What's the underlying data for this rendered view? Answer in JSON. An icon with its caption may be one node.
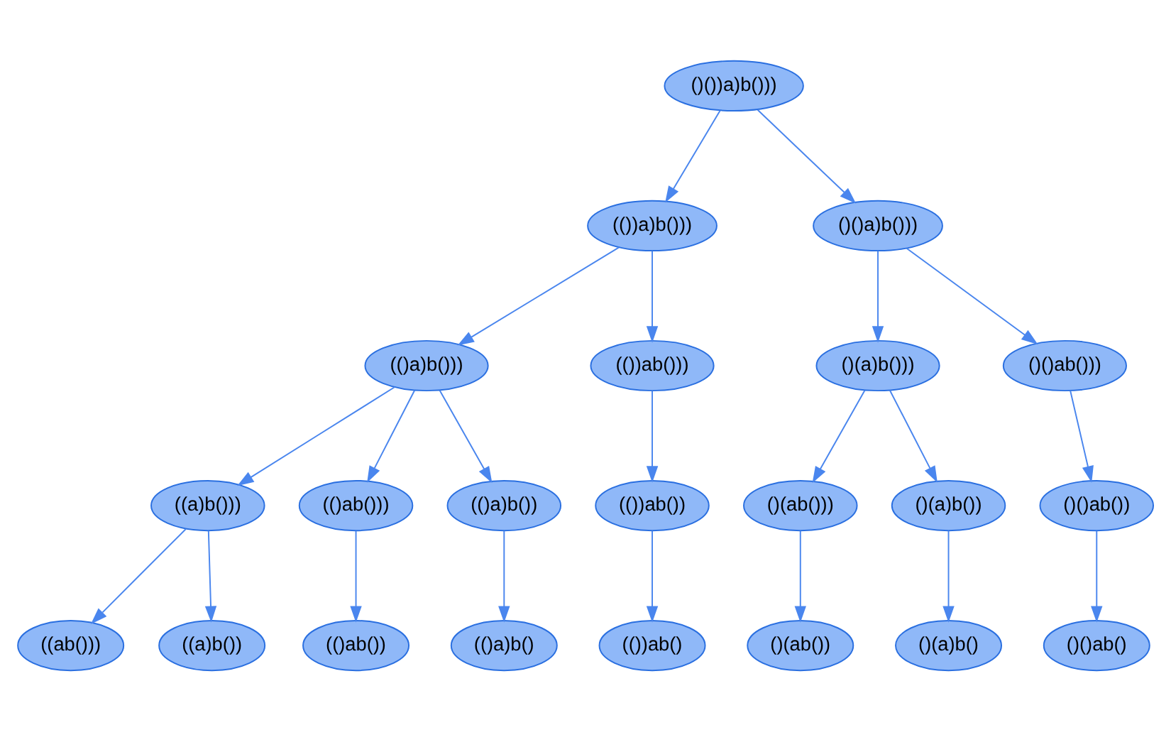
{
  "diagram": {
    "nodes": [
      {
        "text": [
          "()())a)b()))"
        ]
      },
      {
        "text": [
          "(())a)b()))"
        ]
      },
      {
        "text": [
          "()()a)b()))"
        ]
      },
      {
        "text": [
          "(()a)b()))"
        ]
      },
      {
        "text": [
          "(())ab()))"
        ]
      },
      {
        "text": [
          "()(a)b()))"
        ]
      },
      {
        "text": [
          "()()ab()))"
        ]
      },
      {
        "text": [
          "((a)b()))"
        ]
      },
      {
        "text": [
          "(()ab()))"
        ]
      },
      {
        "text": [
          "(()a)b())"
        ]
      },
      {
        "text": [
          "(())ab())"
        ]
      },
      {
        "text": [
          "()(ab()))"
        ]
      },
      {
        "text": [
          "()(a)b())"
        ]
      },
      {
        "text": [
          "()()ab())"
        ]
      },
      {
        "text": [
          "((ab()))"
        ]
      },
      {
        "text": [
          "((a)b())"
        ]
      },
      {
        "text": [
          "(()ab())"
        ]
      },
      {
        "text": [
          "(()a)b()"
        ]
      },
      {
        "text": [
          "(())ab()"
        ]
      },
      {
        "text": [
          "()(ab())"
        ]
      },
      {
        "text": [
          "()(a)b()"
        ]
      },
      {
        "text": [
          "()()ab()"
        ]
      }
    ],
    "edges": [
      {
        "from": 0,
        "to": 1,
        "arrow": "to"
      },
      {
        "from": 0,
        "to": 2,
        "arrow": "to"
      },
      {
        "from": 1,
        "to": 3,
        "arrow": "to"
      },
      {
        "from": 1,
        "to": 4,
        "arrow": "to"
      },
      {
        "from": 2,
        "to": 5,
        "arrow": "to"
      },
      {
        "from": 2,
        "to": 6,
        "arrow": "to"
      },
      {
        "from": 3,
        "to": 7,
        "arrow": "to"
      },
      {
        "from": 3,
        "to": 8,
        "arrow": "to"
      },
      {
        "from": 3,
        "to": 9,
        "arrow": "to"
      },
      {
        "from": 4,
        "to": 10,
        "arrow": "to"
      },
      {
        "from": 5,
        "to": 11,
        "arrow": "to"
      },
      {
        "from": 5,
        "to": 12,
        "arrow": "to"
      },
      {
        "from": 6,
        "to": 13,
        "arrow": "to"
      },
      {
        "from": 7,
        "to": 14,
        "arrow": "to"
      },
      {
        "from": 7,
        "to": 15,
        "arrow": "to"
      },
      {
        "from": 8,
        "to": 16,
        "arrow": "to"
      },
      {
        "from": 9,
        "to": 17,
        "arrow": "to"
      },
      {
        "from": 10,
        "to": 18,
        "arrow": "to"
      },
      {
        "from": 11,
        "to": 19,
        "arrow": "to"
      },
      {
        "from": 12,
        "to": 20,
        "arrow": "to"
      },
      {
        "from": 13,
        "to": 21,
        "arrow": "to"
      }
    ]
  }
}
